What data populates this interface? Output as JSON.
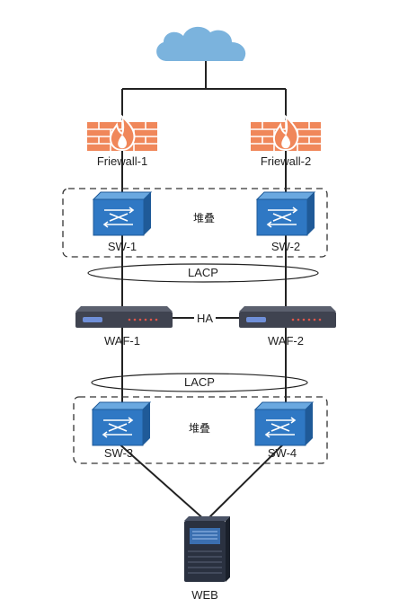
{
  "colors": {
    "cloud": "#7bb3dd",
    "firewall": "#f0875a",
    "switch": "#2f78c4",
    "waf": "#3f4350",
    "server": "#2a3140",
    "line": "#222222"
  },
  "nodes": {
    "cloud": {
      "icon": "cloud-icon"
    },
    "firewall_1": {
      "label": "Friewall-1",
      "icon": "firewall-icon"
    },
    "firewall_2": {
      "label": "Friewall-2",
      "icon": "firewall-icon"
    },
    "stack_top": {
      "label": "堆叠"
    },
    "sw_1": {
      "label": "SW-1",
      "icon": "switch-icon"
    },
    "sw_2": {
      "label": "SW-2",
      "icon": "switch-icon"
    },
    "lacp_top": {
      "label": "LACP"
    },
    "waf_1": {
      "label": "WAF-1",
      "icon": "waf-appliance-icon"
    },
    "waf_2": {
      "label": "WAF-2",
      "icon": "waf-appliance-icon"
    },
    "ha": {
      "label": "HA"
    },
    "lacp_bottom": {
      "label": "LACP"
    },
    "stack_bottom": {
      "label": "堆叠"
    },
    "sw_3": {
      "label": "SW-3",
      "icon": "switch-icon"
    },
    "sw_4": {
      "label": "SW-4",
      "icon": "switch-icon"
    },
    "web": {
      "label": "WEB",
      "icon": "server-icon"
    }
  }
}
